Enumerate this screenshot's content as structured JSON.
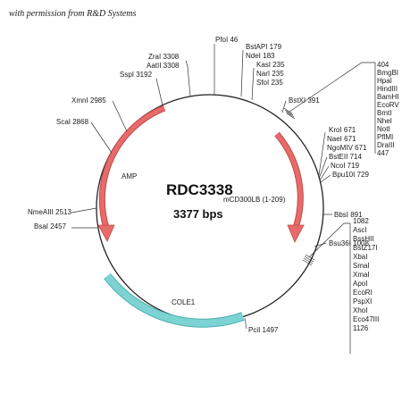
{
  "credit": "with permission from R&D Systems",
  "plasmid": {
    "name": "RDC3338",
    "insert": "mCD300LB (1-209)",
    "size": "3377 bps"
  },
  "features": {
    "amp": "AMP",
    "cole1": "COLE1"
  },
  "colors": {
    "amp": "#e86b6b",
    "cole1": "#7dd3d3",
    "backbone": "#222222"
  },
  "sites_top": [
    "PfoI 46",
    "BstAPI 179",
    "NdeI 183",
    "KasI 235",
    "NarI 235",
    "SfoI 235",
    "BstXI 391"
  ],
  "sites_left": [
    "ZraI 3308",
    "AatII 3308",
    "SspI 3192",
    "XmnI 2985",
    "ScaI 2868",
    "NmeAIII 2513",
    "BsaI 2457"
  ],
  "sites_mid": [
    "KroI 671",
    "NaeI 671",
    "NgoMIV 671",
    "BstEII 714",
    "NcoI 719",
    "Bpu10I 729",
    "BbsI 891",
    "Bsu36I 1008",
    "PciI 1497"
  ],
  "mcs1": [
    "404",
    "BmgBI",
    "HpaI",
    "HindIII",
    "BamHI",
    "EcoRV",
    "BmtI",
    "NheI",
    "NotI",
    "PflMI",
    "DraIII",
    "447"
  ],
  "mcs2": [
    "1082",
    "AscI",
    "BssHII",
    "BstZ17I",
    "XbaI",
    "SmaI",
    "XmaI",
    "ApoI",
    "EcoRI",
    "PspXI",
    "XhoI",
    "Eco47III",
    "1126"
  ]
}
